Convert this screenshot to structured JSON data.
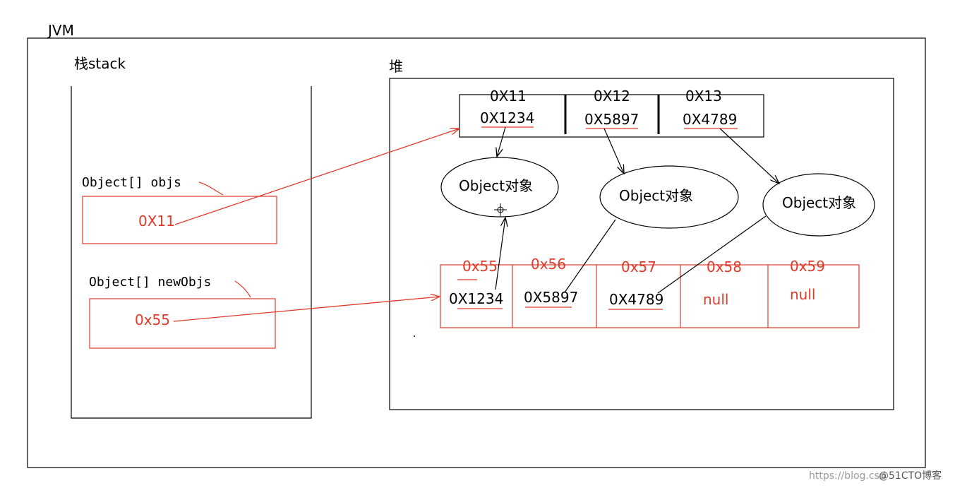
{
  "jvm_label": "JVM",
  "stack": {
    "label": "栈stack",
    "vars": [
      {
        "name": "Object[] objs",
        "value": "0X11"
      },
      {
        "name": "Object[] newObjs",
        "value": "0x55"
      }
    ]
  },
  "heap": {
    "label": "堆",
    "objs_array": {
      "addresses": [
        "0X11",
        "0X12",
        "0X13"
      ],
      "values": [
        "0X1234",
        "0X5897",
        "0X4789"
      ]
    },
    "objects": [
      "Object对象",
      "Object对象",
      "Object对象"
    ],
    "newobjs_array": {
      "addresses": [
        "0x55",
        "0x56",
        "0x57",
        "0x58",
        "0x59"
      ],
      "values": [
        "0X1234",
        "0X5897",
        "0X4789",
        "null",
        "null"
      ]
    }
  },
  "watermark": {
    "url": "https://blog.csd",
    "site": "@51CTO博客"
  },
  "colors": {
    "reference_arrow": "#e03a2a",
    "outline": "#000000",
    "red_outline": "#e03a2a"
  }
}
